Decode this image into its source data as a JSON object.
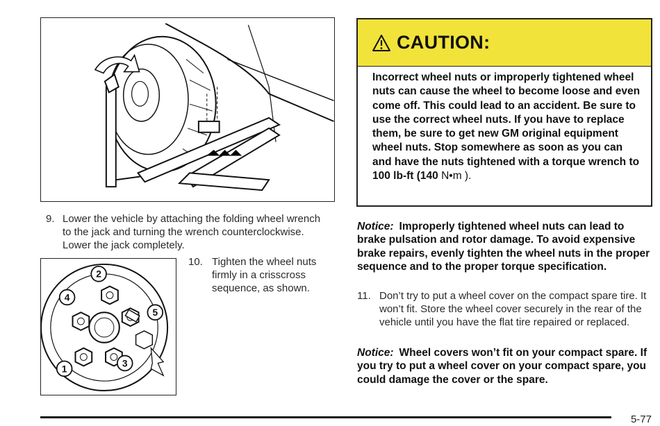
{
  "steps": {
    "s9": {
      "num": "9.",
      "text": "Lower the vehicle by attaching the folding wheel wrench to the jack and turning the wrench counterclockwise. Lower the jack completely."
    },
    "s10": {
      "num": "10.",
      "text": "Tighten the wheel nuts firmly in a crisscross sequence, as shown."
    },
    "s11": {
      "num": "11.",
      "text": "Don’t try to put a wheel cover on the compact spare tire. It won’t fit. Store the wheel cover securely in the rear of the vehicle until you have the flat tire repaired or replaced."
    }
  },
  "caution": {
    "title": "CAUTION:",
    "icon": "warning-triangle-icon",
    "color": "#f2e33a",
    "body": "Incorrect wheel nuts or improperly tightened wheel nuts can cause the wheel to become loose and even come off. This could lead to an accident. Be sure to use the correct wheel nuts. If you have to replace them, be sure to get new GM original equipment wheel nuts. Stop somewhere as soon as you can and have the nuts tightened with a torque wrench to 100 lb-ft (140",
    "unit": "N•m )."
  },
  "notices": {
    "n1": {
      "label": "Notice:",
      "text": "Improperly tightened wheel nuts can lead to brake pulsation and rotor damage. To avoid expensive brake repairs, evenly tighten the wheel nuts in the proper sequence and to the proper torque specification."
    },
    "n2": {
      "label": "Notice:",
      "text": "Wheel covers won’t fit on your compact spare. If you try to put a wheel cover on your compact spare, you could damage the cover or the spare."
    }
  },
  "figures": {
    "wheel": {
      "labels": [
        "1",
        "2",
        "3",
        "4",
        "5"
      ]
    }
  },
  "footer": {
    "page": "5-77"
  }
}
